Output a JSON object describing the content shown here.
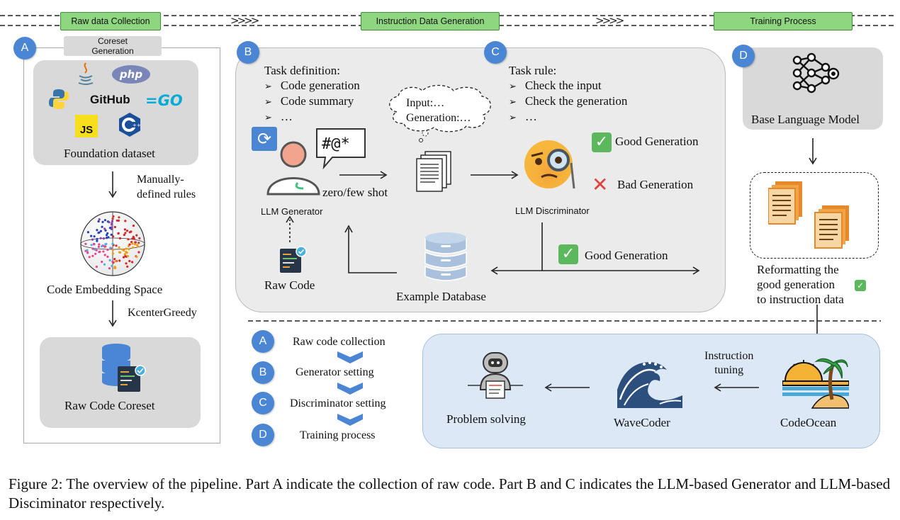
{
  "phases": {
    "raw": "Raw data Collection",
    "instr": "Instruction Data Generation",
    "train": "Training Process"
  },
  "panelA": {
    "badge": "A",
    "coreset_tab": "Coreset\nGeneration",
    "logos": {
      "php": "php",
      "github": "GitHub",
      "go": "GO",
      "js": "JS"
    },
    "foundation": "Foundation dataset",
    "rules": "Manually-\ndefined rules",
    "embedding": "Code Embedding Space",
    "kcenter": "KcenterGreedy",
    "coreset": "Raw Code Coreset"
  },
  "panelB": {
    "badge": "B",
    "task_def": "Task definition:",
    "items": [
      "Code generation",
      "Code summary",
      "…"
    ],
    "bullet": "➢",
    "generator": "LLM Generator",
    "zero_few": "zero/few shot",
    "symbols": "#@*",
    "raw_code": "Raw Code",
    "example_db": "Example Database",
    "cloud": "Input:…\nGeneration:…"
  },
  "panelC": {
    "badge": "C",
    "task_rule": "Task rule:",
    "items": [
      "Check the input",
      "Check the generation",
      "…"
    ],
    "bullet": "➢",
    "good": "Good Generation",
    "bad": "Bad Generation",
    "discriminator": "LLM Discriminator",
    "good_bottom": "Good Generation"
  },
  "panelD": {
    "badge": "D",
    "base_model": "Base Language Model",
    "reformat": "Reformatting the\ngood generation\nto instruction data"
  },
  "legend": [
    {
      "badge": "A",
      "label": "Raw code collection"
    },
    {
      "badge": "B",
      "label": "Generator setting"
    },
    {
      "badge": "C",
      "label": "Discriminator setting"
    },
    {
      "badge": "D",
      "label": "Training process"
    }
  ],
  "training": {
    "problem": "Problem solving",
    "wavecoder": "WaveCoder",
    "codeocean": "CodeOcean",
    "instruction_tuning": "Instruction\ntuning"
  },
  "caption": "Figure 2: The overview of the pipeline. Part A indicate the collection of raw code. Part B and C indicates the LLM-based Generator and LLM-based Disciminator respectively.",
  "colors": {
    "badge": "#4a86d4",
    "phase_green": "#8fd680",
    "panel_gray": "#ebebeb",
    "box_gray": "#d9d9d9",
    "light_blue": "#dce8f5",
    "check_green": "#5cb85c",
    "cross_red": "#e0413a"
  }
}
